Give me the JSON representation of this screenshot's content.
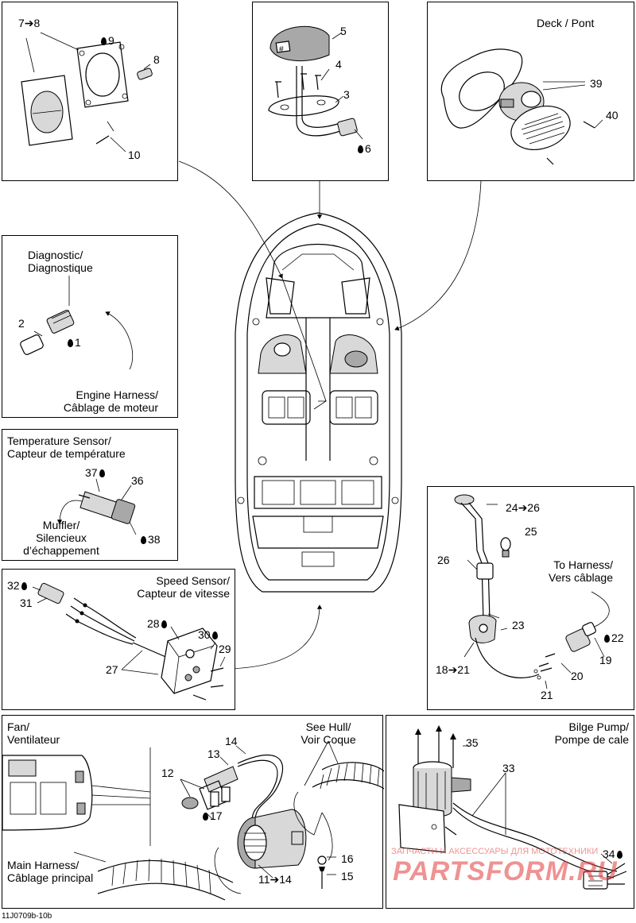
{
  "diagram_id": "11J0709b-10b",
  "panels": {
    "switch": {
      "refs": [
        "7➔8",
        "9",
        "8",
        "10"
      ]
    },
    "navlight": {
      "refs": [
        "5",
        "4",
        "3",
        "6"
      ]
    },
    "horn": {
      "title": "Deck / Pont",
      "refs": [
        "39",
        "40"
      ]
    },
    "diagnostic": {
      "title_line1": "Diagnostic/",
      "title_line2": "Diagnostique",
      "refs": [
        "2",
        "1"
      ],
      "note_line1": "Engine Harness/",
      "note_line2": "Câblage de moteur"
    },
    "temperature": {
      "title_line1": "Temperature Sensor/",
      "title_line2": "Capteur de température",
      "refs": [
        "37",
        "36",
        "38"
      ],
      "note_line1": "Muffler/",
      "note_line2": "Silencieux",
      "note_line3": "d’échappement"
    },
    "speed": {
      "title_line1": "Speed Sensor/",
      "title_line2": "Capteur de vitesse",
      "refs": [
        "32",
        "31",
        "28",
        "30",
        "29",
        "27"
      ]
    },
    "lamp": {
      "refs": [
        "24➔26",
        "25",
        "26",
        "23",
        "18➔21",
        "22",
        "19",
        "20",
        "21"
      ],
      "note_line1": "To Harness/",
      "note_line2": "Vers câblage"
    },
    "fan": {
      "title_line1": "Fan/",
      "title_line2": "Ventilateur",
      "refs": [
        "14",
        "13",
        "12",
        "17",
        "11➔14",
        "16",
        "15"
      ],
      "note_line1": "See Hull/",
      "note_line2": "Voir Coque",
      "harness_line1": "Main Harness/",
      "harness_line2": "Câblage principal"
    },
    "bilge": {
      "title_line1": "Bilge Pump/",
      "title_line2": "Pompe de cale",
      "refs": [
        "35",
        "33",
        "34"
      ]
    }
  },
  "watermark": {
    "top": "ЗАПЧАСТИ И АКСЕССУАРЫ ДЛЯ МОТОТЕХНИКИ",
    "logo": "PARTSFORM.RU"
  },
  "icons": {
    "drop": "sealant-drop-icon",
    "arrow": "arrow-icon"
  }
}
